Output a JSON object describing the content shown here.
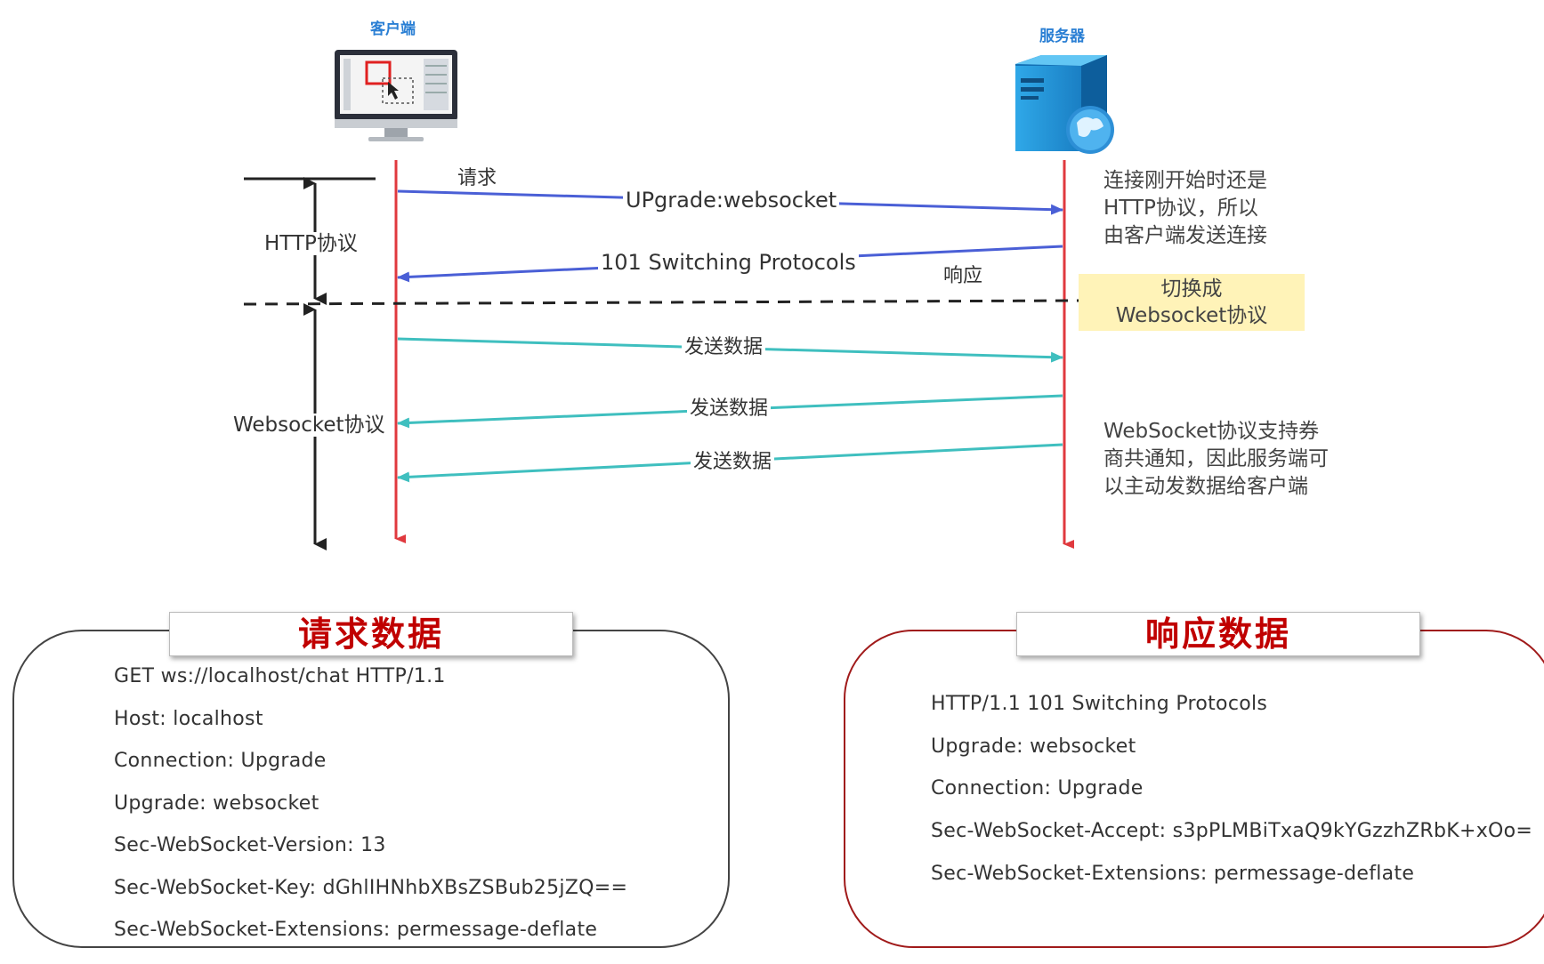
{
  "nodes": {
    "client": "客户端",
    "server": "服务器"
  },
  "phases": {
    "http": "HTTP协议",
    "websocket": "Websocket协议"
  },
  "messages": {
    "request_label": "请求",
    "upgrade": "UPgrade:websocket",
    "switching": "101 Switching Protocols",
    "response_label": "响应",
    "send1": "发送数据",
    "send2": "发送数据",
    "send3": "发送数据"
  },
  "notes": {
    "http_note": [
      "连接刚开始时还是",
      "HTTP协议，所以",
      "由客户端发送连接"
    ],
    "switch_note": [
      "切换成",
      "Websocket协议"
    ],
    "ws_note": [
      "WebSocket协议支持券",
      "商共通知，因此服务端可",
      "以主动发数据给客户端"
    ]
  },
  "request_box": {
    "title": "请求数据",
    "lines": [
      "GET ws://localhost/chat HTTP/1.1",
      "Host: localhost",
      "Connection: Upgrade",
      "Upgrade: websocket",
      "Sec-WebSocket-Version: 13",
      "Sec-WebSocket-Key: dGhlIHNhbXBsZSBub25jZQ==",
      "Sec-WebSocket-Extensions: permessage-deflate"
    ]
  },
  "response_box": {
    "title": "响应数据",
    "lines": [
      "HTTP/1.1 101 Switching Protocols",
      "Upgrade: websocket",
      "Connection: Upgrade",
      "Sec-WebSocket-Accept: s3pPLMBiTxaQ9kYGzzhZRbK+xOo=",
      "Sec-WebSocket-Extensions: permessage-deflate"
    ]
  },
  "colors": {
    "lifeline": "#e0393e",
    "http_arrow": "#4a5fd6",
    "ws_arrow": "#3fbfbf",
    "title_red": "#c00000",
    "node_label": "#2a7fd4"
  }
}
